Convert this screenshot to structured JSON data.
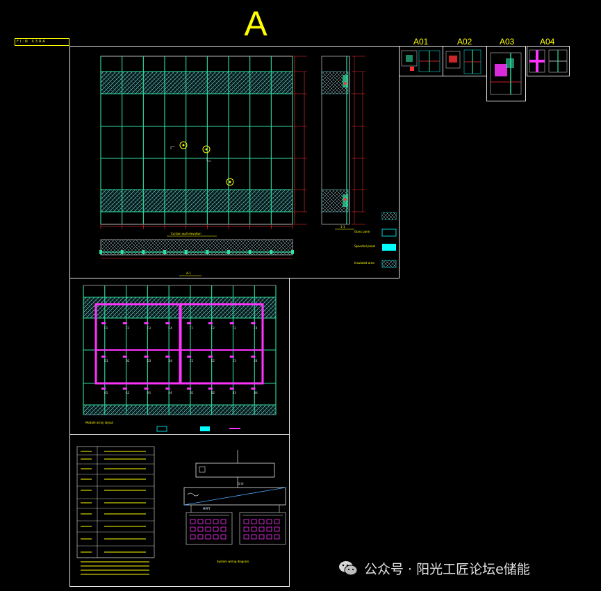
{
  "header": {
    "title": "A",
    "legend_strip": "FI:N X3RA"
  },
  "details": [
    {
      "label": "A01"
    },
    {
      "label": "A02"
    },
    {
      "label": "A03"
    },
    {
      "label": "A04"
    }
  ],
  "elevation": {
    "caption": "Curtain wall elevation",
    "section_label": "1-1",
    "grid_label": "A-1",
    "legend": [
      {
        "text": "Glass pane",
        "swatch": "#00ffff"
      },
      {
        "text": "Spandrel panel",
        "swatch": "#00ffff"
      },
      {
        "text": "Insulated area",
        "swatch": "#00ffff"
      }
    ]
  },
  "array": {
    "caption": "Module array layout",
    "rows": [
      [
        "C1",
        "C2",
        "C3",
        "C4",
        "F1",
        "F2",
        "F3",
        "F4"
      ],
      [
        "D1",
        "D2",
        "D3",
        "D4",
        "E1",
        "E2",
        "E3",
        "E4"
      ],
      [
        "A1",
        "A2",
        "A3",
        "A4",
        "B1",
        "B2",
        "B3",
        "B4"
      ]
    ]
  },
  "system": {
    "caption": "System wiring diagram",
    "inverter_label": "MPPT",
    "grid_label": "Grid"
  },
  "colors": {
    "line": "#e8e8e8",
    "mullion": "#2fe0a0",
    "glass": "#00ffff",
    "highlight": "#ff33ff",
    "text": "#ffff00",
    "dim": "#ff3030"
  },
  "watermark": {
    "text": "公众号 · 阳光工匠论坛e储能",
    "icon": "wechat-icon"
  }
}
